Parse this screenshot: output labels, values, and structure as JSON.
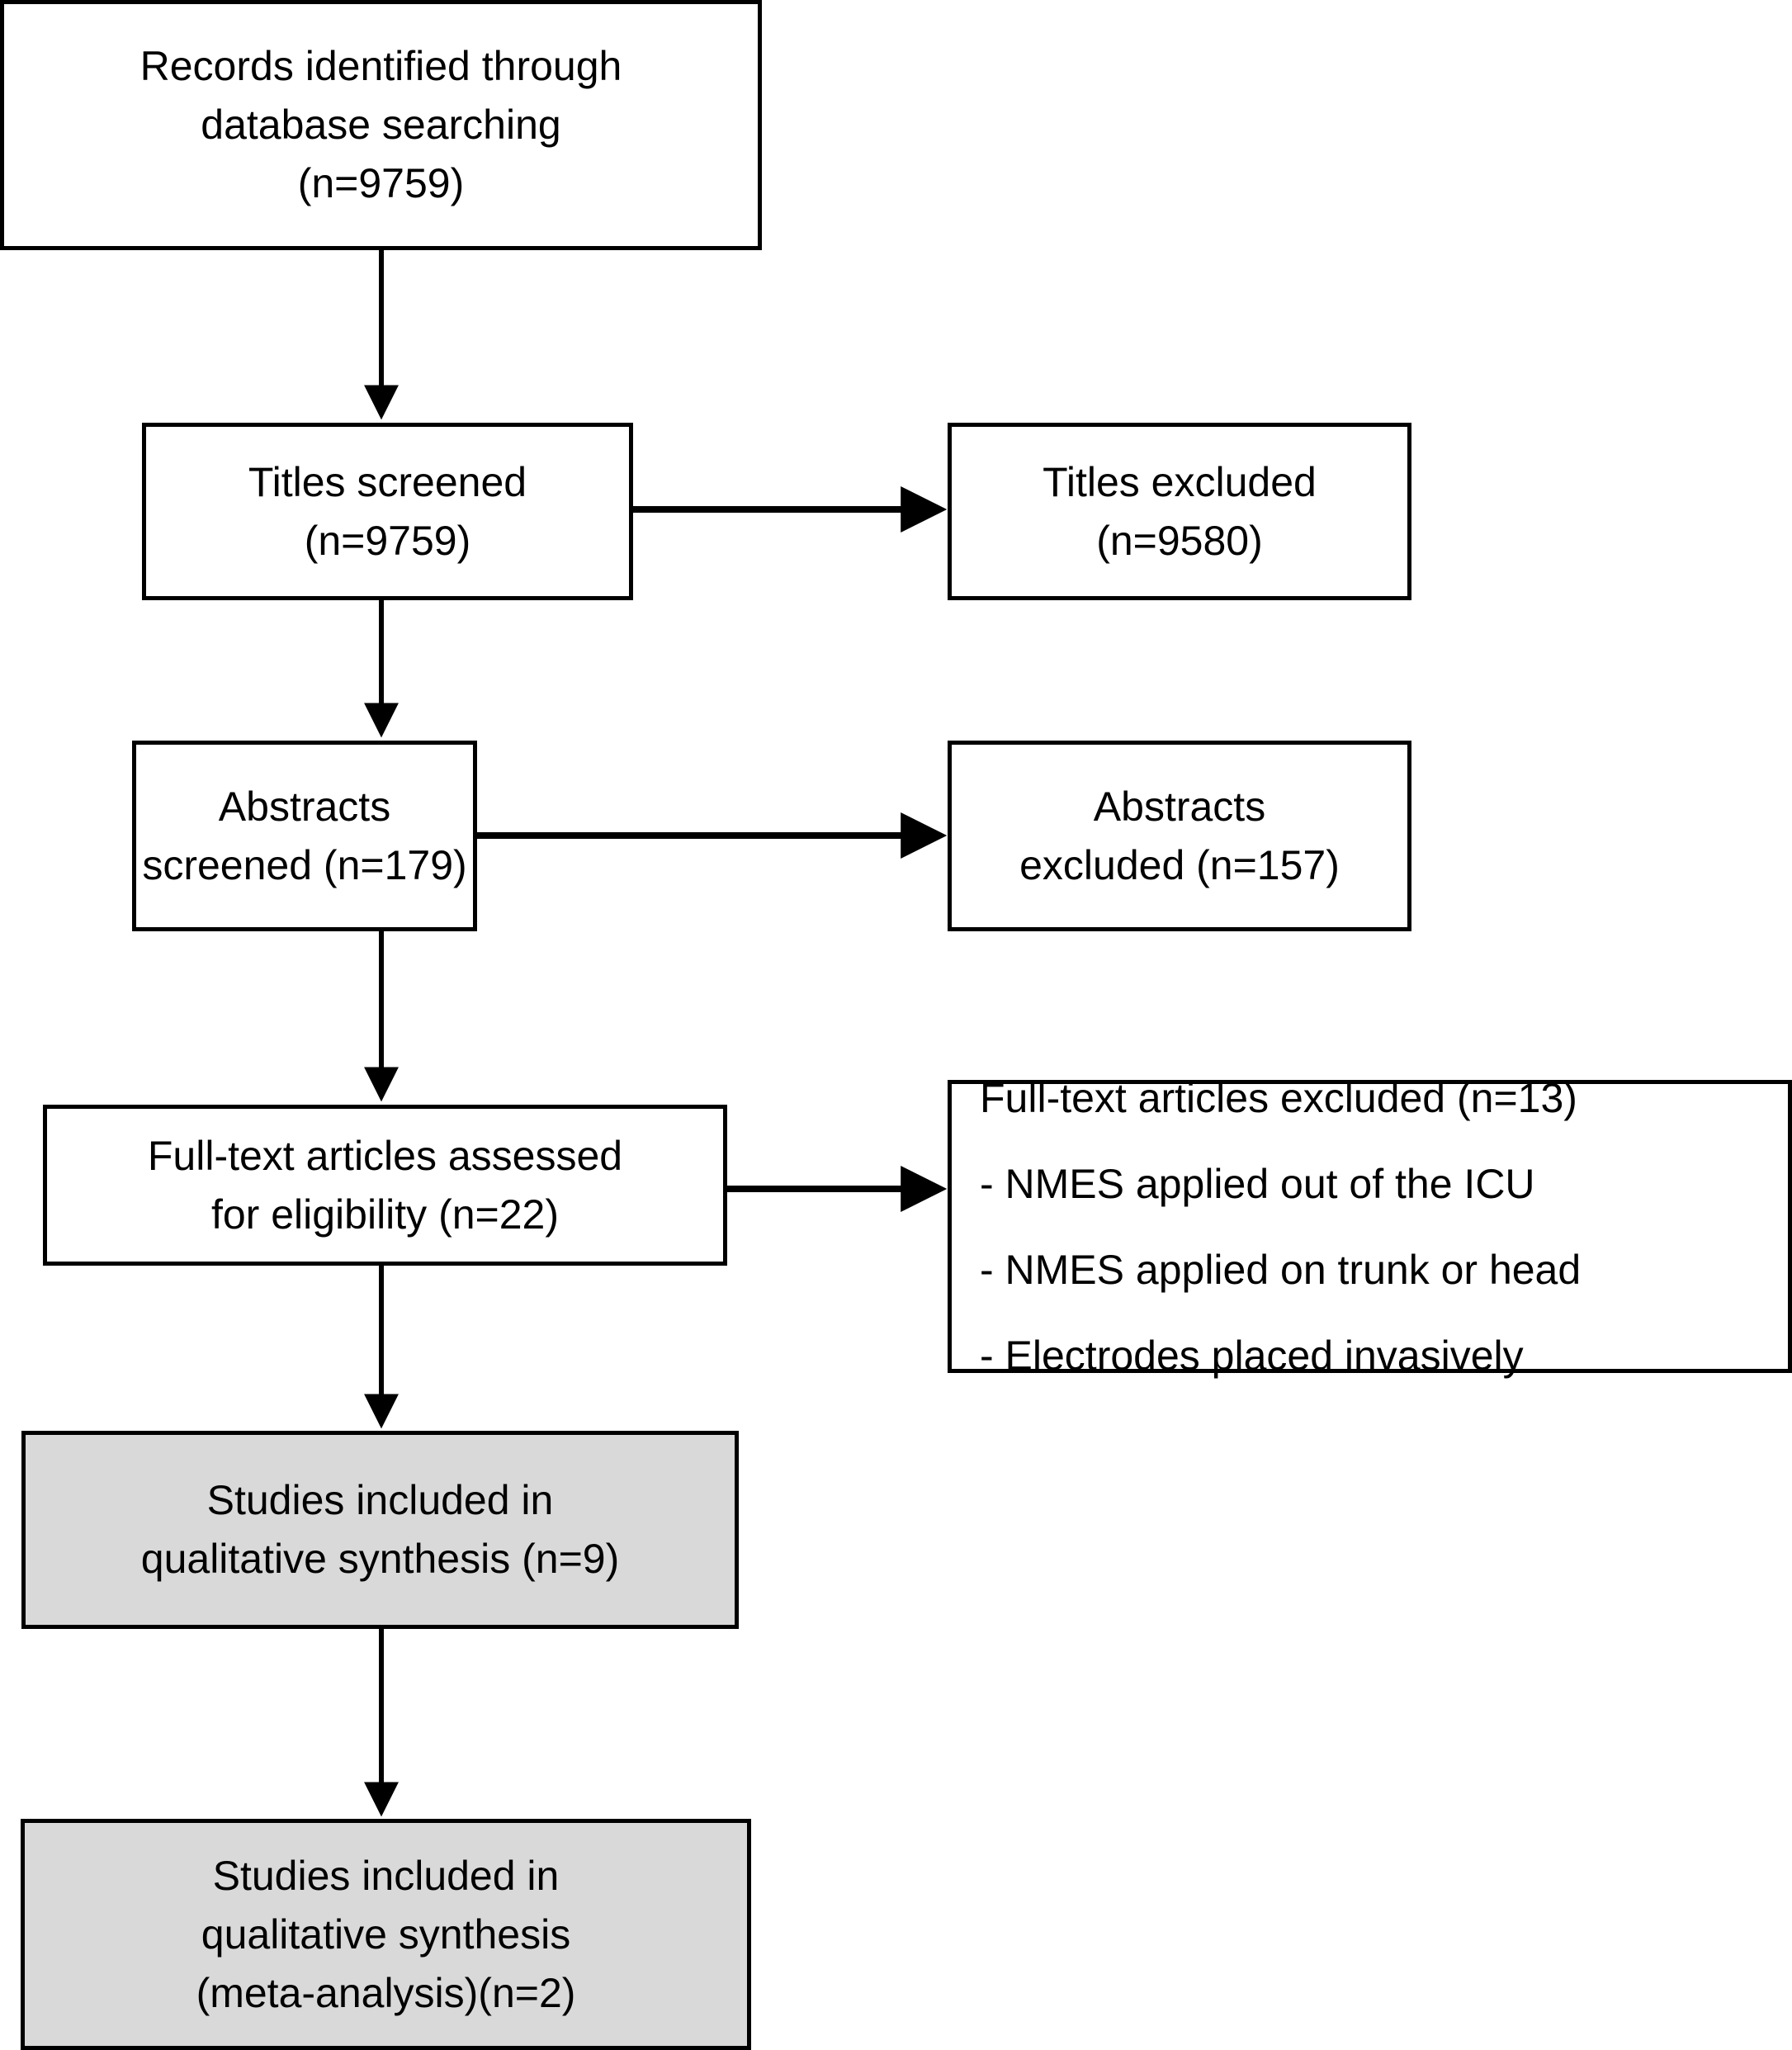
{
  "diagram": {
    "type": "prisma-flow-diagram",
    "colors": {
      "border": "#000000",
      "box_fill": "#ffffff",
      "shaded_fill": "#d9d9d9",
      "text": "#000000",
      "connector": "#000000"
    },
    "nodes": [
      {
        "id": "records-identified",
        "label": "Records identified through\ndatabase searching\n(n=9759)",
        "count": 9759,
        "shaded": false
      },
      {
        "id": "titles-screened",
        "label": "Titles screened\n(n=9759)",
        "count": 9759,
        "shaded": false
      },
      {
        "id": "titles-excluded",
        "label": "Titles excluded\n(n=9580)",
        "count": 9580,
        "shaded": false
      },
      {
        "id": "abstracts-screened",
        "label": "Abstracts\nscreened (n=179)",
        "count": 179,
        "shaded": false
      },
      {
        "id": "abstracts-excluded",
        "label": "Abstracts\nexcluded (n=157)",
        "count": 157,
        "shaded": false
      },
      {
        "id": "fulltext-assessed",
        "label": "Full-text articles assessed\nfor eligibility (n=22)",
        "count": 22,
        "shaded": false
      },
      {
        "id": "studies-qualitative",
        "label": "Studies included in\nqualitative synthesis (n=9)",
        "count": 9,
        "shaded": true
      },
      {
        "id": "studies-meta-analysis",
        "label": "Studies included in\nqualitative synthesis\n(meta-analysis)(n=2)",
        "count": 2,
        "shaded": true
      }
    ],
    "exclusion_box": {
      "id": "fulltext-excluded",
      "title": "Full-text articles excluded (n=13)",
      "count": 13,
      "reasons": [
        "- NMES applied out of the ICU",
        "- NMES applied on trunk or head",
        "- Electrodes placed invasively"
      ]
    }
  }
}
